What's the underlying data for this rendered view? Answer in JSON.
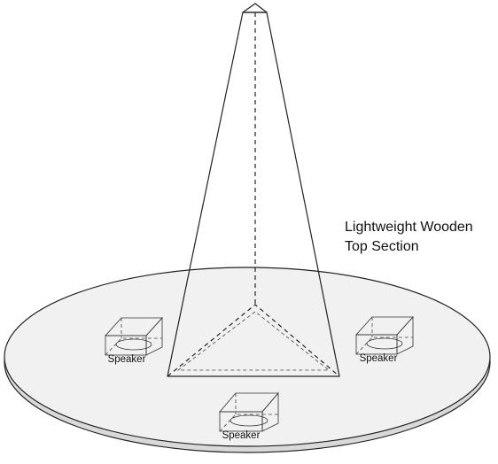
{
  "labels": {
    "top_section_line1": "Lightweight Wooden",
    "top_section_line2": "Top Section"
  },
  "speakers": [
    {
      "id": "left",
      "label": "Speaker"
    },
    {
      "id": "right",
      "label": "Speaker"
    },
    {
      "id": "front",
      "label": "Speaker"
    }
  ],
  "colors": {
    "line": "#222222",
    "disc_fill": "#f1f1f1",
    "disc_edge": "#d9d9d9",
    "pyramid_fill": "#ffffff",
    "background": "#ffffff"
  }
}
